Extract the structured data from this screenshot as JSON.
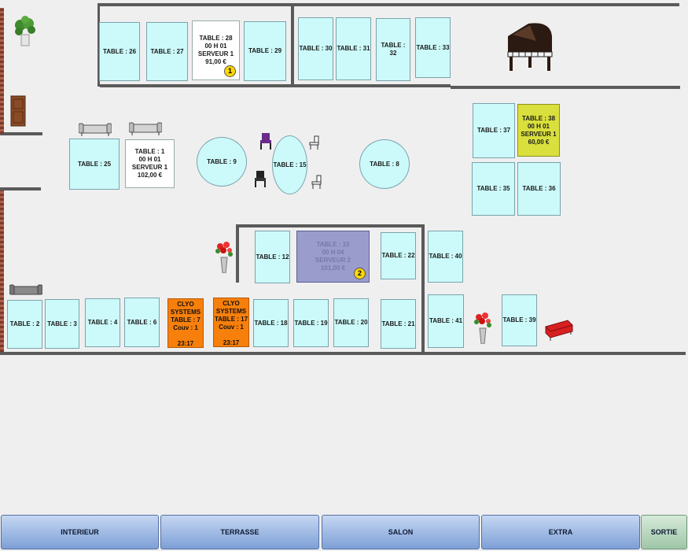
{
  "tables": [
    {
      "id": "t26",
      "lines": [
        "TABLE : 26"
      ]
    },
    {
      "id": "t27",
      "lines": [
        "TABLE : 27"
      ]
    },
    {
      "id": "t28",
      "lines": [
        "TABLE : 28",
        "00 H 01",
        "SERVEUR 1",
        "91,00 €"
      ],
      "badge": "1"
    },
    {
      "id": "t29",
      "lines": [
        "TABLE : 29"
      ]
    },
    {
      "id": "t30",
      "lines": [
        "TABLE : 30"
      ]
    },
    {
      "id": "t31",
      "lines": [
        "TABLE : 31"
      ]
    },
    {
      "id": "t32",
      "lines": [
        "TABLE : 32"
      ]
    },
    {
      "id": "t33",
      "lines": [
        "TABLE : 33"
      ]
    },
    {
      "id": "t37",
      "lines": [
        "TABLE : 37"
      ]
    },
    {
      "id": "t38",
      "lines": [
        "TABLE : 38",
        "00 H 01",
        "SERVEUR 1",
        "60,00 €"
      ]
    },
    {
      "id": "t25",
      "lines": [
        "TABLE : 25"
      ]
    },
    {
      "id": "t1",
      "lines": [
        "TABLE : 1",
        "00 H 01",
        "SERVEUR 1",
        "102,00 €"
      ]
    },
    {
      "id": "t9",
      "lines": [
        "TABLE : 9"
      ]
    },
    {
      "id": "t15",
      "lines": [
        "TABLE : 15"
      ]
    },
    {
      "id": "t8",
      "lines": [
        "TABLE : 8"
      ]
    },
    {
      "id": "t35",
      "lines": [
        "TABLE : 35"
      ]
    },
    {
      "id": "t36",
      "lines": [
        "TABLE : 36"
      ]
    },
    {
      "id": "t12",
      "lines": [
        "TABLE : 12"
      ]
    },
    {
      "id": "t10",
      "lines": [
        "TABLE : 10",
        "00 H 04",
        "SERVEUR 2",
        "101,00 €"
      ],
      "badge": "2"
    },
    {
      "id": "t22",
      "lines": [
        "TABLE : 22"
      ]
    },
    {
      "id": "t40",
      "lines": [
        "TABLE : 40"
      ]
    },
    {
      "id": "t2",
      "lines": [
        "TABLE : 2"
      ]
    },
    {
      "id": "t3",
      "lines": [
        "TABLE : 3"
      ]
    },
    {
      "id": "t4",
      "lines": [
        "TABLE : 4"
      ]
    },
    {
      "id": "t6",
      "lines": [
        "TABLE : 6"
      ]
    },
    {
      "id": "t7",
      "lines": [
        "CLYO",
        "SYSTEMS",
        "TABLE : 7",
        "Couv : 1",
        "",
        "23:17"
      ]
    },
    {
      "id": "t17",
      "lines": [
        "CLYO",
        "SYSTEMS",
        "TABLE : 17",
        "Couv : 1",
        "",
        "23:17"
      ]
    },
    {
      "id": "t18",
      "lines": [
        "TABLE : 18"
      ]
    },
    {
      "id": "t19",
      "lines": [
        "TABLE : 19"
      ]
    },
    {
      "id": "t20",
      "lines": [
        "TABLE : 20"
      ]
    },
    {
      "id": "t21",
      "lines": [
        "TABLE : 21"
      ]
    },
    {
      "id": "t41",
      "lines": [
        "TABLE : 41"
      ]
    },
    {
      "id": "t39",
      "lines": [
        "TABLE : 39"
      ]
    }
  ],
  "buttons": {
    "interieur": "INTERIEUR",
    "terrasse": "TERRASSE",
    "salon": "SALON",
    "extra": "EXTRA",
    "sortie": "SORTIE"
  },
  "colors": {
    "free": "#ccfafa",
    "occupied": "#ffffff",
    "billed": "#d9df3c",
    "selected": "#9a9ccc",
    "order": "#f77f0c"
  }
}
